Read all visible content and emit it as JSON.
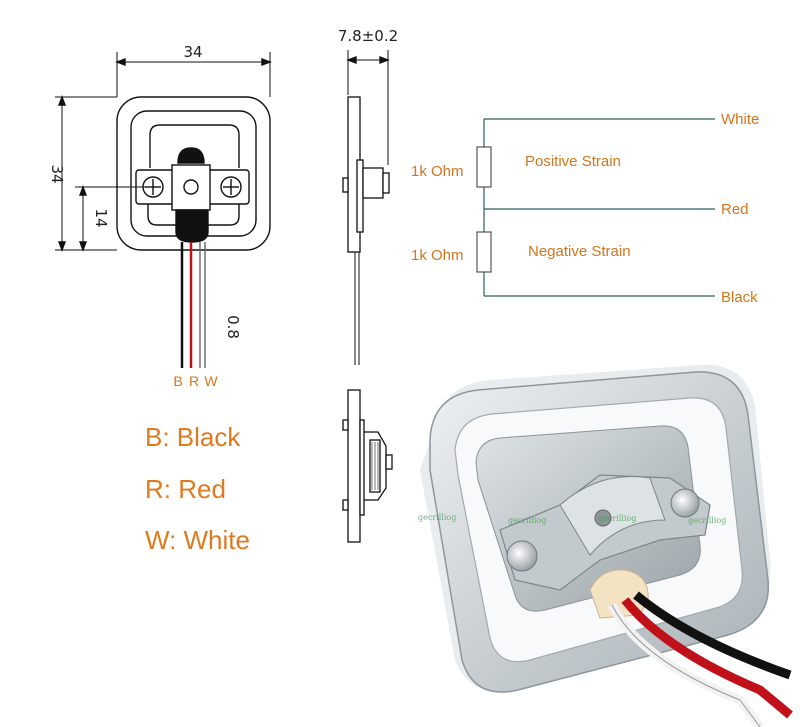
{
  "dimensions": {
    "width": "34",
    "height": "34",
    "inner": "14",
    "thickness": "7.8±0.2",
    "wire": "0.8"
  },
  "wire_labels": {
    "b": "B",
    "r": "R",
    "w": "W"
  },
  "legend": [
    {
      "text": "B: Black"
    },
    {
      "text": "R: Red"
    },
    {
      "text": "W: White"
    }
  ],
  "circuit": {
    "resistor_top": "1k Ohm",
    "resistor_bottom": "1k Ohm",
    "positive": "Positive Strain",
    "negative": "Negative Strain",
    "white": "White",
    "red": "Red",
    "black": "Black"
  },
  "watermarks": [
    "gecrilliog",
    "gecrilliog",
    "gecrilliog",
    "gecrilliog"
  ],
  "colors": {
    "label_orange": "#e07a1f",
    "wire_red": "#c0101a",
    "wire_black": "#111111",
    "metal": "#cfd5d8"
  }
}
